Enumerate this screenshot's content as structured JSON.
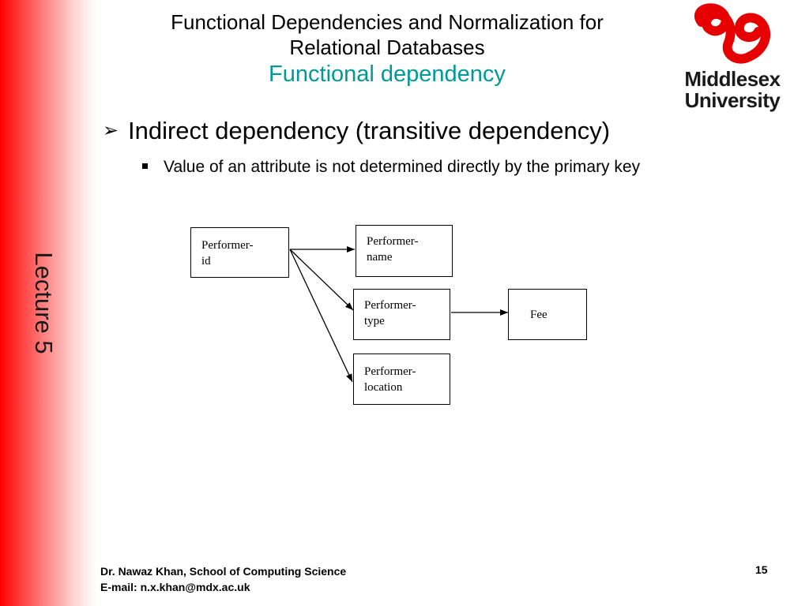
{
  "sidebar": {
    "label": "Lecture 5",
    "color": "#ff0000"
  },
  "title": {
    "line1": "Functional Dependencies and Normalization for",
    "line2": "Relational Databases",
    "subtitle": "Functional dependency",
    "subtitle_color": "#009999"
  },
  "logo": {
    "line1": "Middlesex",
    "line2": "University",
    "color": "#e60000"
  },
  "content": {
    "bullet_main": "Indirect dependency (transitive dependency)",
    "bullet_sub": "Value of an attribute is not determined directly by the primary key"
  },
  "diagram": {
    "id_l1": "Performer-",
    "id_l2": "id",
    "name_l1": "Performer-",
    "name_l2": "name",
    "type_l1": "Performer-",
    "type_l2": "type",
    "location_l1": "Performer-",
    "location_l2": "location",
    "fee": "Fee"
  },
  "footer": {
    "author": "Dr. Nawaz Khan, School of Computing Science",
    "email": "E-mail: n.x.khan@mdx.ac.uk",
    "page": "15"
  }
}
